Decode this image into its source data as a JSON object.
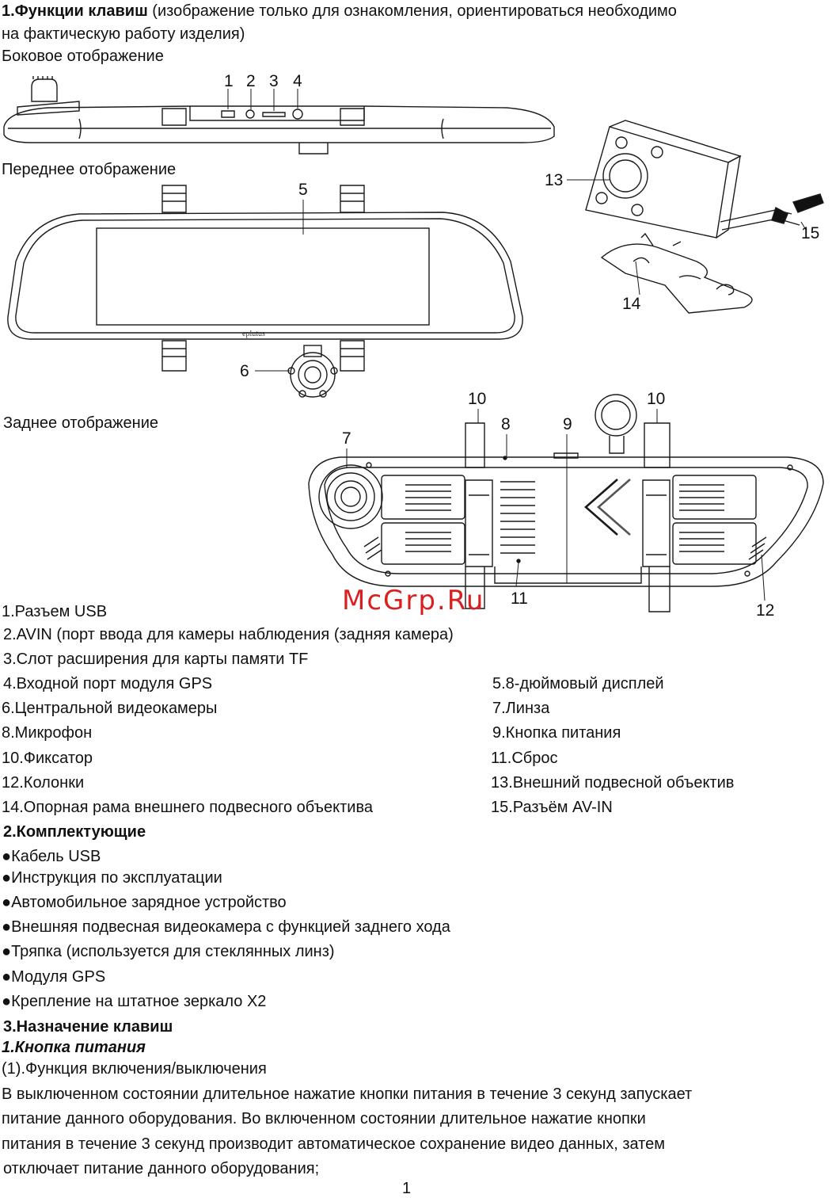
{
  "heading1": {
    "bold": "1.Функции клавиш",
    "rest": " (изображение только для ознакомления, ориентироваться необходимо",
    "line2": "на фактическую работу изделия)"
  },
  "views": {
    "side": "Боковое отображение",
    "front": "Переднее отображение",
    "rear": "Заднее отображение"
  },
  "callouts": [
    "1",
    "2",
    "3",
    "4",
    "5",
    "6",
    "7",
    "8",
    "9",
    "10",
    "10",
    "11",
    "12",
    "13",
    "14",
    "15"
  ],
  "brand": "eplutus",
  "watermark": "McGrp.Ru",
  "legend": {
    "single": [
      "1.Разъем USB",
      "2.AVIN (порт ввода для камеры наблюдения (задняя камера)",
      "3.Слот расширения для карты памяти TF"
    ],
    "pairs": [
      [
        "4.Входной порт модуля GPS",
        "5.8-дюймовый дисплей"
      ],
      [
        "6.Центральной видеокамеры",
        "7.Линза"
      ],
      [
        "8.Микрофон",
        "9.Кнопка питания"
      ],
      [
        "10.Фиксатор",
        "11.Сброс"
      ],
      [
        "12.Колонки",
        "13.Внешний подвесной объектив"
      ],
      [
        "14.Опорная рама внешнего подвесного объектива",
        "15.Разъём AV-IN"
      ]
    ]
  },
  "section2": {
    "title": "2.Комплектующие",
    "items": [
      "●Кабель USB",
      "●Инструкция по эксплуатации",
      "●Автомобильное зарядное устройство",
      "●Внешняя подвесная видеокамера с функцией заднего хода",
      "●Тряпка (используется для стеклянных линз)",
      "●Модуля GPS",
      "●Крепление на штатное зеркало X2"
    ]
  },
  "section3": {
    "title": "3.Назначение клавиш",
    "subtitle": "1.Кнопка питания",
    "func": "(1).Функция включения/выключения",
    "para": [
      "В выключенном состоянии длительное нажатие кнопки питания в течение 3 секунд запускает",
      "питание данного оборудования. Во включенном состоянии длительное нажатие кнопки",
      "питания в течение 3 секунд   производит автоматическое сохранение видео данных, затем",
      "отключает питание данного оборудования;"
    ]
  },
  "page_number": "1"
}
